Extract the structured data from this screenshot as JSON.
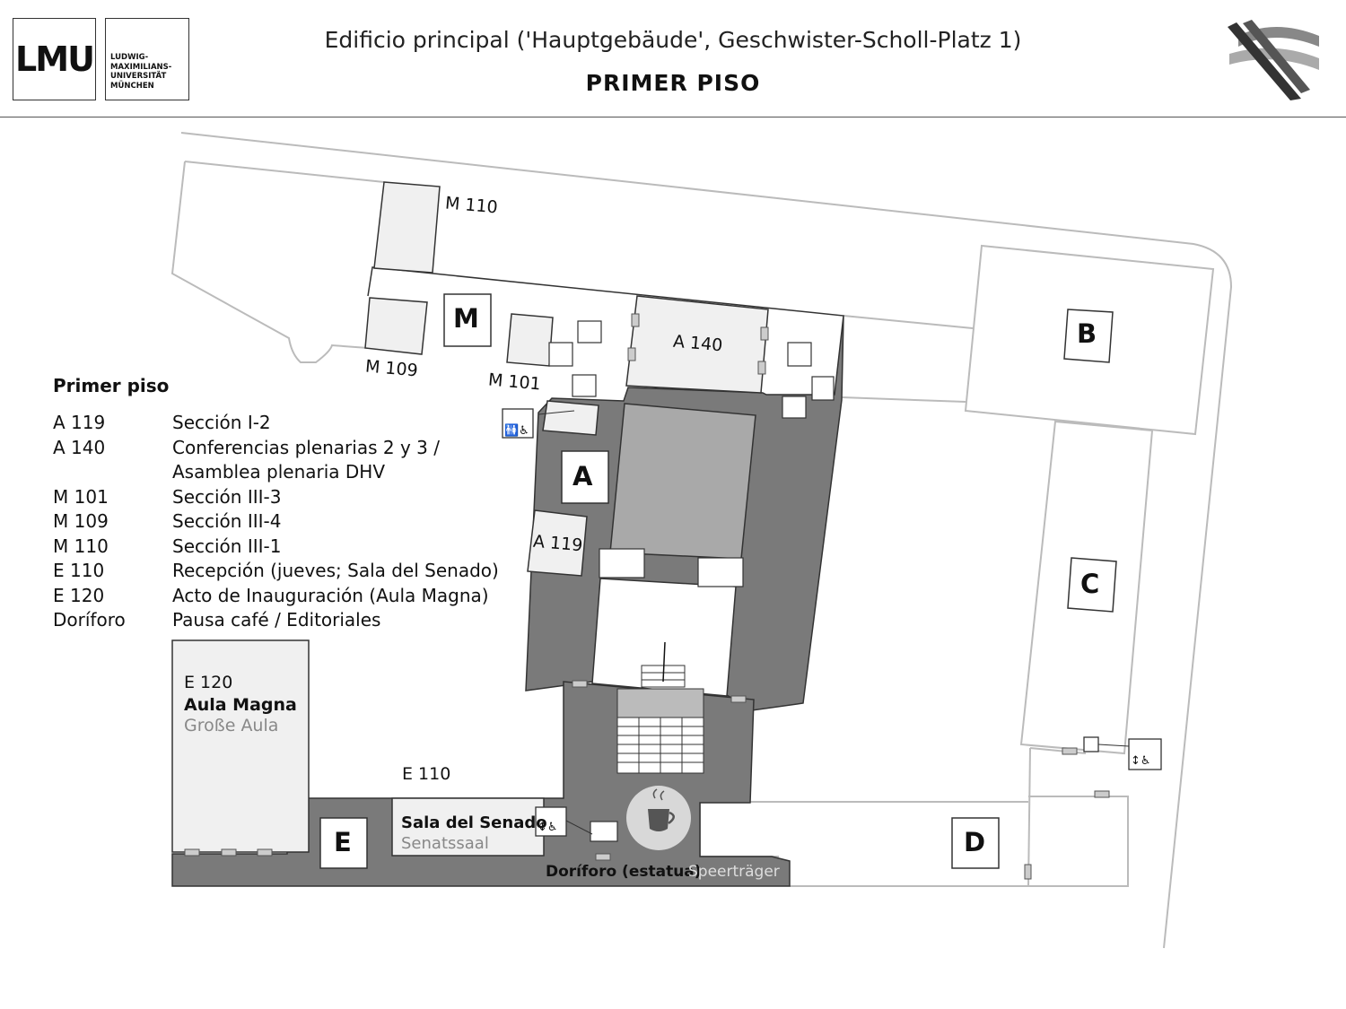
{
  "header": {
    "logo_mark": "LMU",
    "logo_text": [
      "LUDWIG-",
      "MAXIMILIANS-",
      "UNIVERSITÄT",
      "MÜNCHEN"
    ],
    "title": "Edificio principal ('Hauptgebäude', Geschwister-Scholl-Platz 1)",
    "subtitle": "PRIMER PISO"
  },
  "legend": {
    "title": "Primer piso",
    "rows": [
      {
        "code": "A 119",
        "desc": "Sección I-2"
      },
      {
        "code": "A 140",
        "desc": "Conferencias plenarias 2 y 3 /"
      },
      {
        "code": "",
        "desc": "Asamblea plenaria DHV"
      },
      {
        "code": "M 101",
        "desc": "Sección III-3"
      },
      {
        "code": "M 109",
        "desc": "Sección III-4"
      },
      {
        "code": "M 110",
        "desc": "Sección III-1"
      },
      {
        "code": "E 110",
        "desc": "Recepción (jueves; Sala del Senado)"
      },
      {
        "code": "E 120",
        "desc": "Acto de Inauguración (Aula Magna)"
      },
      {
        "code": "Doríforo",
        "desc": "Pausa café / Editoriales"
      }
    ]
  },
  "map": {
    "rooms": {
      "m110": "M 110",
      "m109": "M 109",
      "m101": "M 101",
      "a140": "A 140",
      "a119": "A 119",
      "e110": "E 110",
      "e120": "E 120"
    },
    "blocks": {
      "m": "M",
      "a": "A",
      "b": "B",
      "c": "C",
      "d": "D",
      "e": "E"
    },
    "aula_name": "Aula Magna",
    "aula_de": "Große Aula",
    "senado_name": "Sala del Senado",
    "senado_de": "Senatssaal",
    "doriforo_name": "Doríforo (estatua)",
    "doriforo_de": "Speerträger",
    "icons": [
      "wc-icon",
      "wheelchair-icon",
      "elevator-icon",
      "coffee-icon",
      "stairs-icon"
    ]
  },
  "colors": {
    "corridor": "#7a7a7a",
    "room": "#f0f0f0",
    "courtyard": "#a9a9a9",
    "outline": "#bbbbbb"
  }
}
